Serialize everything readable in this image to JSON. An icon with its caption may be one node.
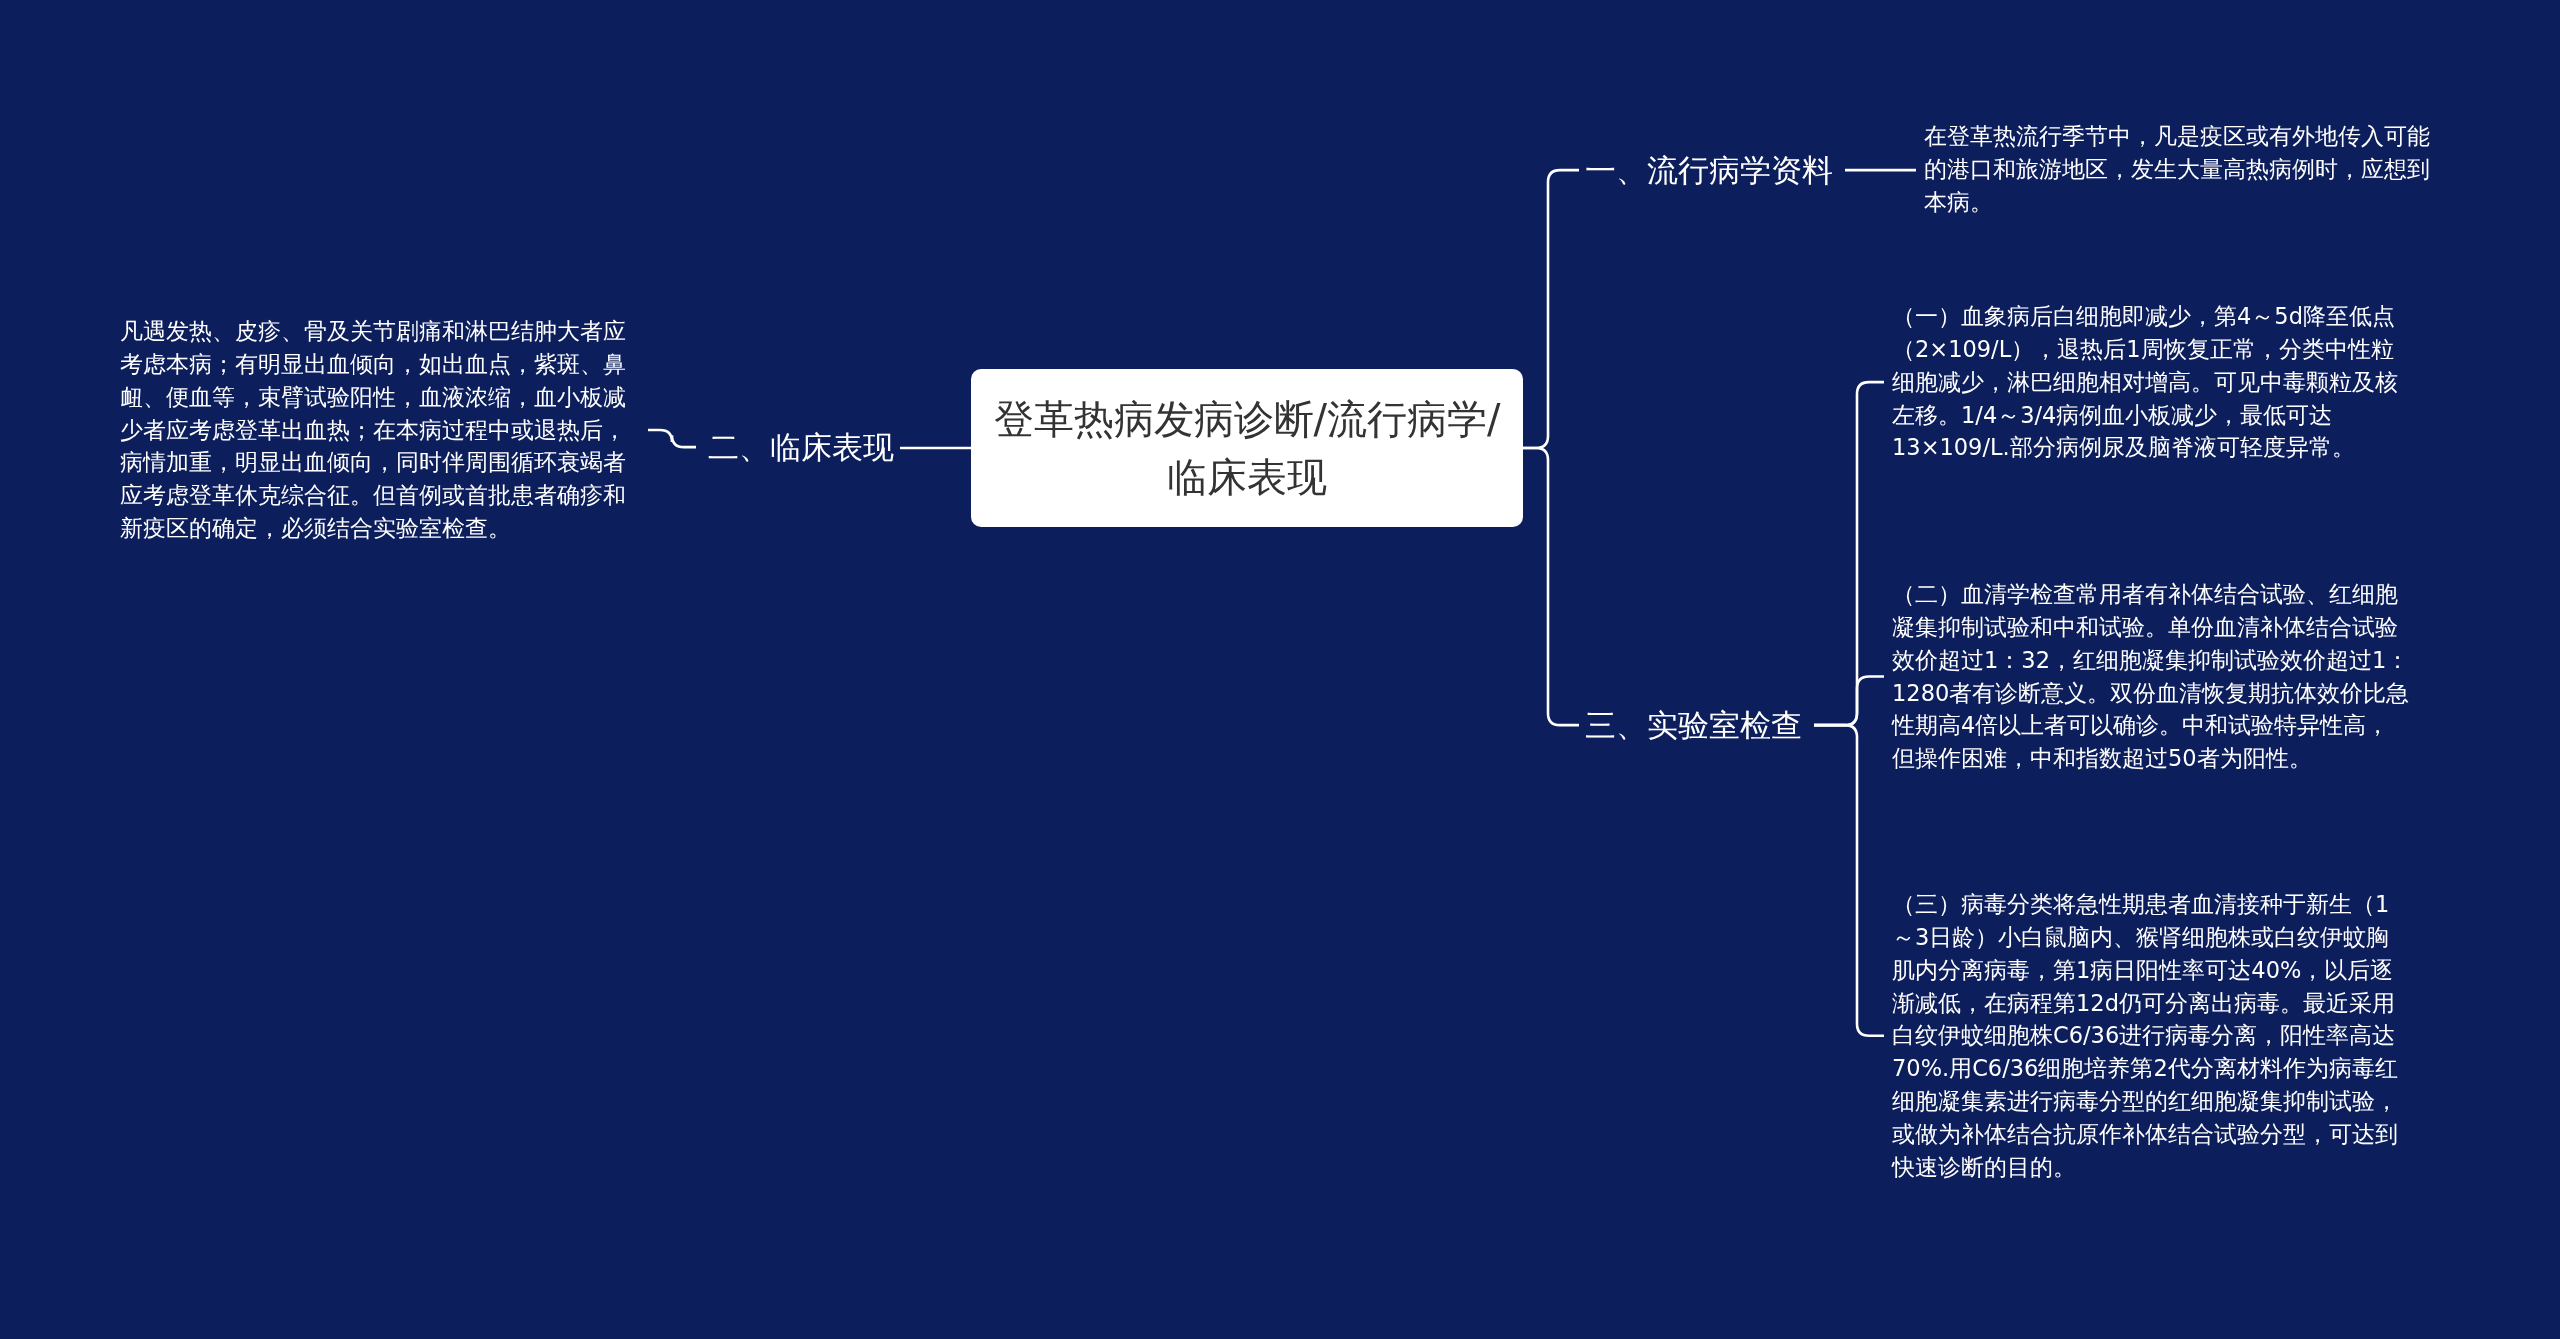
{
  "diagram": {
    "nodes": [
      {
        "text": [
          "登革热病发病诊断/流行病学/临床表现"
        ]
      },
      {
        "text": [
          "一、流行病学资料"
        ]
      },
      {
        "text": [
          "在登革热流行季节中，凡是疫区或有外地传入可能的港口和旅游地区，发生大量高热病例时，应想到本病。"
        ]
      },
      {
        "text": [
          "二、临床表现"
        ]
      },
      {
        "text": [
          "凡遇发热、皮疹、骨及关节剧痛和淋巴结肿大者应考虑本病；有明显出血倾向，如出血点，紫斑、鼻衄、便血等，束臂试验阳性，血液浓缩，血小板减少者应考虑登革出血热；在本病过程中或退热后，病情加重，明显出血倾向，同时伴周围循环衰竭者应考虑登革休克综合征。但首例或首批患者确疹和新疫区的确定，必须结合实验室检查。"
        ]
      },
      {
        "text": [
          "三、实验室检查"
        ]
      },
      {
        "text": [
          "（一）血象病后白细胞即减少，第4～5d降至低点（2×109/L），退热后1周恢复正常，分类中性粒细胞减少，淋巴细胞相对增高。可见中毒颗粒及核左移。1/4～3/4病例血小板减少，最低可达13×109/L.部分病例尿及脑脊液可轻度异常。"
        ]
      },
      {
        "text": [
          "（二）血清学检查常用者有补体结合试验、红细胞凝集抑制试验和中和试验。单份血清补体结合试验效价超过1：32，红细胞凝集抑制试验效价超过1：1280者有诊断意义。双份血清恢复期抗体效价比急性期高4倍以上者可以确诊。中和试验特异性高，但操作困难，中和指数超过50者为阳性。"
        ]
      },
      {
        "text": [
          "（三）病毒分类将急性期患者血清接种于新生（1～3日龄）小白鼠脑内、猴肾细胞株或白纹伊蚊胸肌内分离病毒，第1病日阳性率可达40%，以后逐渐减低，在病程第12d仍可分离出病毒。最近采用白纹伊蚊细胞株C6/36进行病毒分离，阳性率高达70%.用C6/36细胞培养第2代分离材料作为病毒红细胞凝集素进行病毒分型的红细胞凝集抑制试验，或做为补体结合抗原作补体结合试验分型，可达到快速诊断的目的。"
        ]
      }
    ],
    "edges": [
      {
        "from": 0,
        "to": 1,
        "arrow": "none"
      },
      {
        "from": 0,
        "to": 3,
        "arrow": "none"
      },
      {
        "from": 0,
        "to": 5,
        "arrow": "none"
      },
      {
        "from": 1,
        "to": 2,
        "arrow": "none"
      },
      {
        "from": 3,
        "to": 4,
        "arrow": "none"
      },
      {
        "from": 5,
        "to": 6,
        "arrow": "none"
      },
      {
        "from": 5,
        "to": 7,
        "arrow": "none"
      },
      {
        "from": 5,
        "to": 8,
        "arrow": "none"
      }
    ]
  }
}
